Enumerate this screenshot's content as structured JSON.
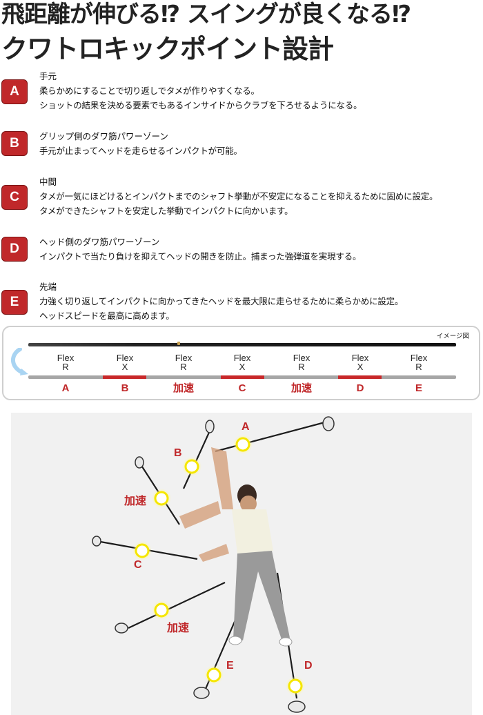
{
  "header": {
    "title_line1": "飛距離が伸びる⁉ スイングが良くなる⁉",
    "title_line2": "クワトロキックポイント設計"
  },
  "zones": [
    {
      "badge": "A",
      "heading": "手元",
      "lines": [
        "柔らかめにすることで切り返しでタメが作りやすくなる。",
        "ショットの結果を決める要素でもあるインサイドからクラブを下ろせるようになる。"
      ]
    },
    {
      "badge": "B",
      "heading": "グリップ側のダワ筋パワーゾーン",
      "lines": [
        "手元が止まってヘッドを走らせるインパクトが可能。"
      ]
    },
    {
      "badge": "C",
      "heading": "中間",
      "lines": [
        "タメが一気にほどけるとインパクトまでのシャフト挙動が不安定になることを抑えるために固めに設定。",
        "タメができたシャフトを安定した挙動でインパクトに向かいます。"
      ]
    },
    {
      "badge": "D",
      "heading": "ヘッド側のダワ筋パワーゾーン",
      "lines": [
        "インパクトで当たり負けを抑えてヘッドの開きを防止。捕まった強弾道を実現する。"
      ]
    },
    {
      "badge": "E",
      "heading": "先端",
      "lines": [
        "力強く切り返してインパクトに向かってきたヘッドを最大限に走らせるために柔らかめに設定。",
        "ヘッドスピードを最高に高めます。"
      ]
    }
  ],
  "diagram": {
    "image_label": "イメージ図",
    "segments": [
      {
        "flex_word": "Flex",
        "flex": "R",
        "zone": "A",
        "stiff": false
      },
      {
        "flex_word": "Flex",
        "flex": "X",
        "zone": "B",
        "stiff": true
      },
      {
        "flex_word": "Flex",
        "flex": "R",
        "zone": "加速",
        "stiff": false
      },
      {
        "flex_word": "Flex",
        "flex": "X",
        "zone": "C",
        "stiff": true
      },
      {
        "flex_word": "Flex",
        "flex": "R",
        "zone": "加速",
        "stiff": false
      },
      {
        "flex_word": "Flex",
        "flex": "X",
        "zone": "D",
        "stiff": true
      },
      {
        "flex_word": "Flex",
        "flex": "R",
        "zone": "E",
        "stiff": false
      }
    ]
  },
  "photo": {
    "labels": {
      "A": "A",
      "B": "B",
      "accel_upper": "加速",
      "C": "C",
      "accel_lower": "加速",
      "E": "E",
      "D": "D"
    }
  },
  "colors": {
    "accent_red": "#c0282a",
    "bar_gray": "#a6a6a6",
    "highlight_yellow": "#f5e600",
    "photo_bg": "#f1f1f1"
  }
}
